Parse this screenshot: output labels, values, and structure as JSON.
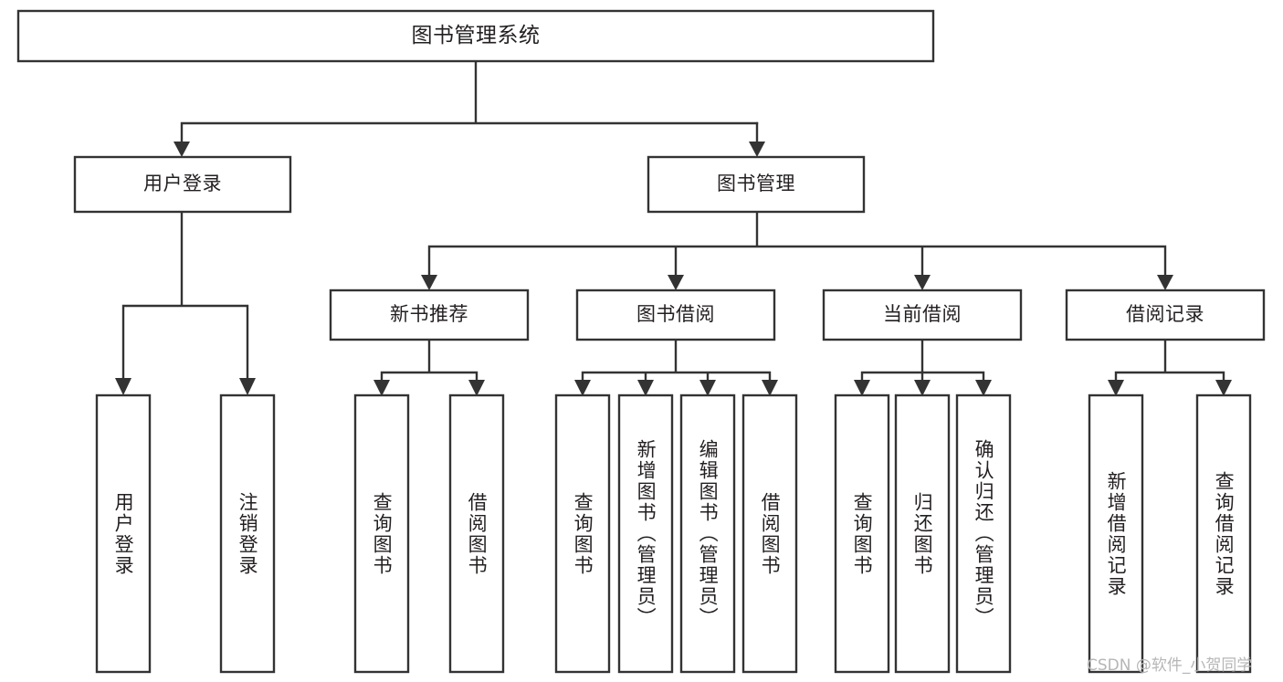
{
  "diagram": {
    "type": "tree-hierarchy",
    "title_node": {
      "id": "root",
      "label": "图书管理系统"
    },
    "level1": [
      {
        "id": "user-login",
        "label": "用户登录"
      },
      {
        "id": "book-management",
        "label": "图书管理"
      }
    ],
    "level2": [
      {
        "id": "new-book-recommend",
        "label": "新书推荐",
        "parent": "book-management"
      },
      {
        "id": "book-borrow",
        "label": "图书借阅",
        "parent": "book-management"
      },
      {
        "id": "current-borrow",
        "label": "当前借阅",
        "parent": "book-management"
      },
      {
        "id": "borrow-record",
        "label": "借阅记录",
        "parent": "book-management"
      }
    ],
    "leaves": [
      {
        "id": "leaf-user-login",
        "label": "用户登录",
        "parent": "user-login"
      },
      {
        "id": "leaf-logout",
        "label": "注销登录",
        "parent": "user-login"
      },
      {
        "id": "leaf-query-book-1",
        "label": "查询图书",
        "parent": "new-book-recommend"
      },
      {
        "id": "leaf-borrow-book-1",
        "label": "借阅图书",
        "parent": "new-book-recommend"
      },
      {
        "id": "leaf-query-book-2",
        "label": "查询图书",
        "parent": "book-borrow"
      },
      {
        "id": "leaf-add-book",
        "label": "新增图书（管理员）",
        "parent": "book-borrow"
      },
      {
        "id": "leaf-edit-book",
        "label": "编辑图书（管理员）",
        "parent": "book-borrow"
      },
      {
        "id": "leaf-borrow-book-2",
        "label": "借阅图书",
        "parent": "book-borrow"
      },
      {
        "id": "leaf-query-book-3",
        "label": "查询图书",
        "parent": "current-borrow"
      },
      {
        "id": "leaf-return-book",
        "label": "归还图书",
        "parent": "current-borrow"
      },
      {
        "id": "leaf-confirm-return",
        "label": "确认归还（管理员）",
        "parent": "current-borrow"
      },
      {
        "id": "leaf-add-record",
        "label": "新增借阅记录",
        "parent": "borrow-record"
      },
      {
        "id": "leaf-query-record",
        "label": "查询借阅记录",
        "parent": "borrow-record"
      }
    ],
    "colors": {
      "stroke": "#333333",
      "box_fill": "#ffffff",
      "text": "#231f20",
      "background": "#ffffff",
      "watermark": "#b6b6b6"
    }
  },
  "watermark": {
    "text": "CSDN @软件_小贺同学"
  }
}
